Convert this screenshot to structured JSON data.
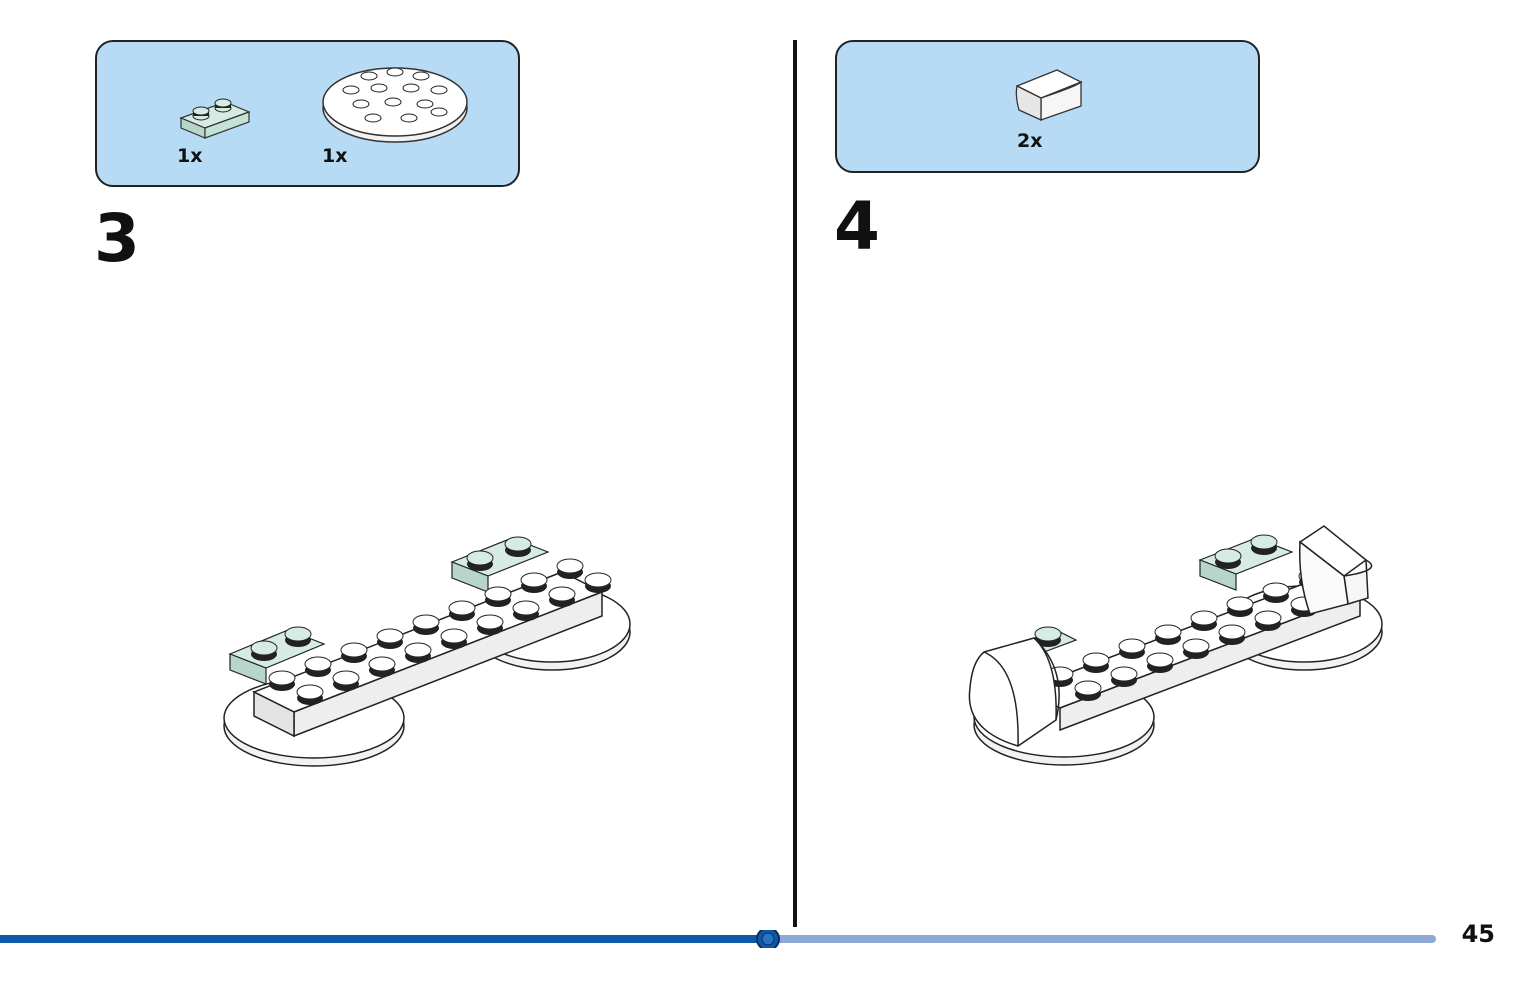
{
  "page": {
    "number": "45"
  },
  "progress": {
    "fraction": 0.5,
    "filled_color": "#0b5aa8",
    "track_color": "#8ea9d8"
  },
  "colors": {
    "parts_box_bg": "#b8dbf5",
    "mint_brick": "#d6ece3",
    "white_brick": "#ffffff"
  },
  "steps": [
    {
      "number": "3",
      "parts": [
        {
          "icon": "mint-1x2-plate-icon",
          "qty": "1x"
        },
        {
          "icon": "white-round-plate-icon",
          "qty": "1x"
        }
      ]
    },
    {
      "number": "4",
      "parts": [
        {
          "icon": "white-curved-slope-icon",
          "qty": "2x"
        }
      ]
    }
  ]
}
